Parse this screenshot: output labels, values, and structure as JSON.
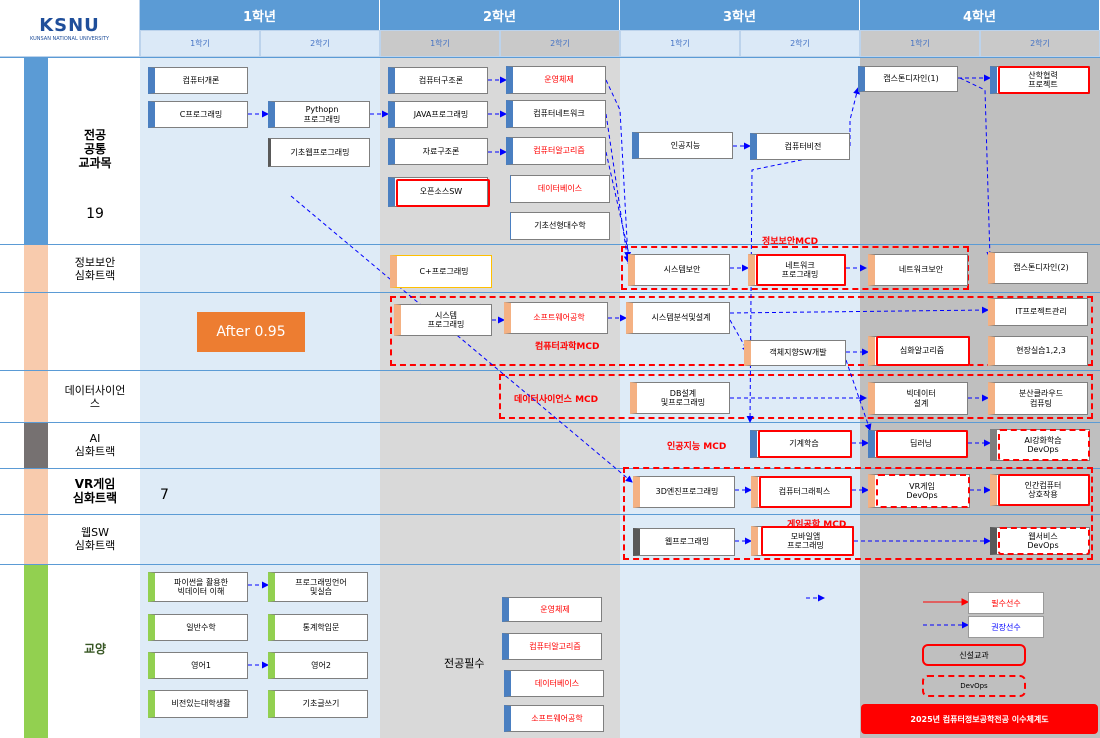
{
  "logo": {
    "text": "KSNU",
    "sub": "KUNSAN NATIONAL UNIVERSITY"
  },
  "years": [
    "1학년",
    "2학년",
    "3학년",
    "4학년"
  ],
  "semesters": [
    "1학기",
    "2학기",
    "1학기",
    "2학기",
    "1학기",
    "2학기",
    "1학기",
    "2학기"
  ],
  "categories": {
    "common": "전공\n공통\n교과목",
    "common_count": "19",
    "security": "정보보안\n심화트랙",
    "datascience": "데이터사이언\n스",
    "ai": "AI\n심화트랙",
    "vr": "VR게임\n심화트랙",
    "vr_count": "7",
    "web": "웹SW\n심화트랙",
    "liberal": "교양"
  },
  "after_label": "After 0.95",
  "major_required": "전공필수",
  "mcd": {
    "security": "정보보안MCD",
    "cs": "컴퓨터과학MCD",
    "ds": "데이터사이언스 MCD",
    "ai": "인공지능 MCD",
    "game": "게임공학 MCD"
  },
  "courses": {
    "c1": "컴퓨터개론",
    "c2": "C프로그래밍",
    "c3": "Pythopn\n프로그래밍",
    "c4": "기초웹프로그래밍",
    "c5": "컴퓨터구조론",
    "c6": "JAVA프로그래밍",
    "c7": "자료구조론",
    "c8": "오픈소스SW",
    "c9": "운영체제",
    "c10": "컴퓨터네트워크",
    "c11": "컴퓨터알고리즘",
    "c12": "데이터베이스",
    "c13": "기초선형대수학",
    "c14": "인공지능",
    "c15": "컴퓨터비전",
    "c16": "캡스톤디자인(1)",
    "c17": "산학협력\n프로젝트",
    "s1": "C+프로그래밍",
    "s2": "시스템보안",
    "s3": "네트워크\n프로그래밍",
    "s4": "네트워크보안",
    "s5": "캡스톤디자인(2)",
    "p1": "시스템\n프로그래밍",
    "p2": "소프트웨어공학",
    "p3": "시스템분석및설계",
    "p4": "IT프로젝트관리",
    "p5": "객체지향SW개발",
    "p6": "심화알고리즘",
    "p7": "현장실습1,2,3",
    "d1": "DB설계\n및프로그래밍",
    "d2": "빅데이터\n설계",
    "d3": "분산클라우드\n컴퓨팅",
    "a1": "기계학습",
    "a2": "딥러닝",
    "a3": "AI강화학습\nDevOps",
    "v1": "3D엔진프로그래밍",
    "v2": "컴퓨터그래픽스",
    "v3": "VR게임\nDevOps",
    "v4": "인간컴퓨터\n상호작용",
    "w1": "웹프로그래밍",
    "w2": "모바일앱\n프로그래밍",
    "w3": "웹서비스\nDevOps",
    "l1": "파이썬을 활용한\n빅데이터 이해",
    "l2": "프로그래밍언어\n및실습",
    "l3": "일반수학",
    "l4": "통계학입문",
    "l5": "영어1",
    "l6": "영어2",
    "l7": "비전있는대학생활",
    "l8": "기초글쓰기",
    "r1": "운영체제",
    "r2": "컴퓨터알고리즘",
    "r3": "데이터베이스",
    "r4": "소프트웨어공학"
  },
  "legend": {
    "required": "필수선수",
    "recommended": "권장선수",
    "new": "신설교과",
    "devops": "DevOps",
    "title": "2025년 컴퓨터정보공학전공 이수체계도"
  },
  "colors": {
    "blue": "#5b9bd5",
    "red": "#ff0000",
    "orange": "#ed7d31",
    "green": "#92d050",
    "peach": "#f8cbad",
    "gray": "#767171"
  }
}
